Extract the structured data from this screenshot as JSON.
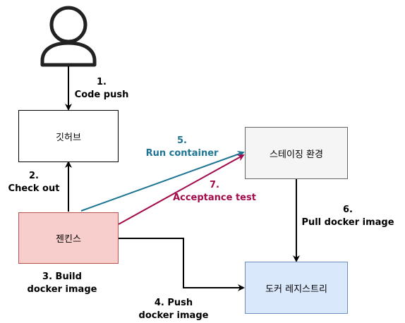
{
  "nodes": {
    "github": {
      "label": "깃허브",
      "fill": "#ffffff"
    },
    "staging": {
      "label": "스테이징 환경",
      "fill": "#f5f5f5"
    },
    "jenkins": {
      "label": "젠킨스",
      "fill": "#f8cecc"
    },
    "registry": {
      "label": "도커 레지스트리",
      "fill": "#dae8fc"
    }
  },
  "edges": {
    "code_push": {
      "line1": "1.",
      "line2": "Code push",
      "color": "#000000"
    },
    "check_out": {
      "line1": "2.",
      "line2": "Check out",
      "color": "#000000"
    },
    "build": {
      "line1": "3. Build",
      "line2": "docker image",
      "color": "#000000"
    },
    "push": {
      "line1": "4. Push",
      "line2": "docker image",
      "color": "#000000"
    },
    "run_container": {
      "line1": "5.",
      "line2": "Run container",
      "color": "#1d7493"
    },
    "pull": {
      "line1": "6.",
      "line2": "Pull docker image",
      "color": "#000000"
    },
    "acceptance": {
      "line1": "7.",
      "line2": "Acceptance test",
      "color": "#a20b4b"
    }
  }
}
